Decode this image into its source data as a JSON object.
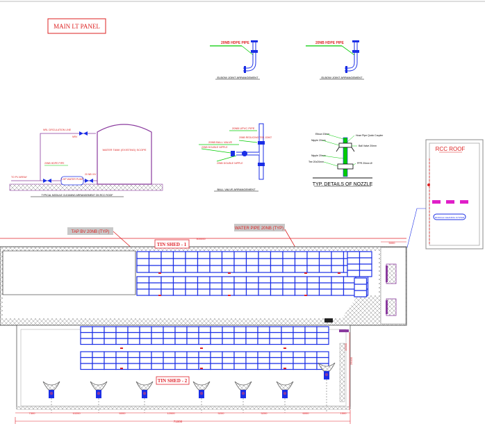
{
  "panel": {
    "label": "MAIN LT PANEL"
  },
  "elbow": {
    "pipe_label": "20NB HDPE PIPE",
    "caption": "ELBOW JOINT ARRANGEMENT"
  },
  "tank": {
    "main_label": "WATER TANK (EXISTING) SCOPE",
    "circulation_line": "NRL CIRCULATION LINE",
    "nrv_label": "NRV",
    "pipe_label": "20NB HDPE PIPE",
    "pump_label": "1 HP WATER PUMP",
    "valve_label": "20 NB V/V",
    "to_array": "TO PV ARRAY",
    "caption": "TYPICAL MODULE CLEANING ARRANGEMENT ON RCC ROOF"
  },
  "ball_valve": {
    "upvc_pipe": "20NB UPVC PIPE",
    "ball_valve": "20NB BALL VALVE",
    "reducing_tee": "20NB REDUCING TEE JOINT",
    "double_nipple_a": "20NB DOUBLE NIPPLE",
    "double_nipple_b": "20NB DOUBLE NIPPLE",
    "caption": "BALL VALVE ARRANGEMENT"
  },
  "nozzle": {
    "labels": [
      "Elbow 20mm",
      "Nipple 20mm",
      "Nipple 20mm",
      "Tee 20x20mm",
      "Hose Pipe Quick Coupler",
      "Ball Valve 20mm",
      "PPR 20mm Ø"
    ],
    "caption": "TYP. DETAILS OF NOZZLE"
  },
  "rcc_roof": {
    "title": "RCC ROOF",
    "pill": "MODULE CLEANING SYSTEM"
  },
  "callouts": {
    "tap": "TAP BV 20NB (TYP)",
    "water_pipe": "WATER PIPE 20NB (TYP)"
  },
  "sheds": {
    "shed1": "TIN SHED - 1",
    "shed2": "TIN SHED - 2",
    "dim_top": "300000",
    "dim_right_top": "5000",
    "dim_total": "71000",
    "dims_bottom": [
      "7300",
      "10200",
      "6000",
      "12000",
      "5200",
      "5200",
      "6000",
      "1500"
    ],
    "dims_right": [
      "25000",
      "10000"
    ]
  },
  "colors": {
    "module_blue": "#1a2ee6",
    "pipe_green": "#00cc00",
    "tank_purple": "#8a3a9e",
    "dim_red": "#e0222a",
    "callout_bg": "#c8c8c8",
    "roof_magenta": "#e01ec8"
  }
}
